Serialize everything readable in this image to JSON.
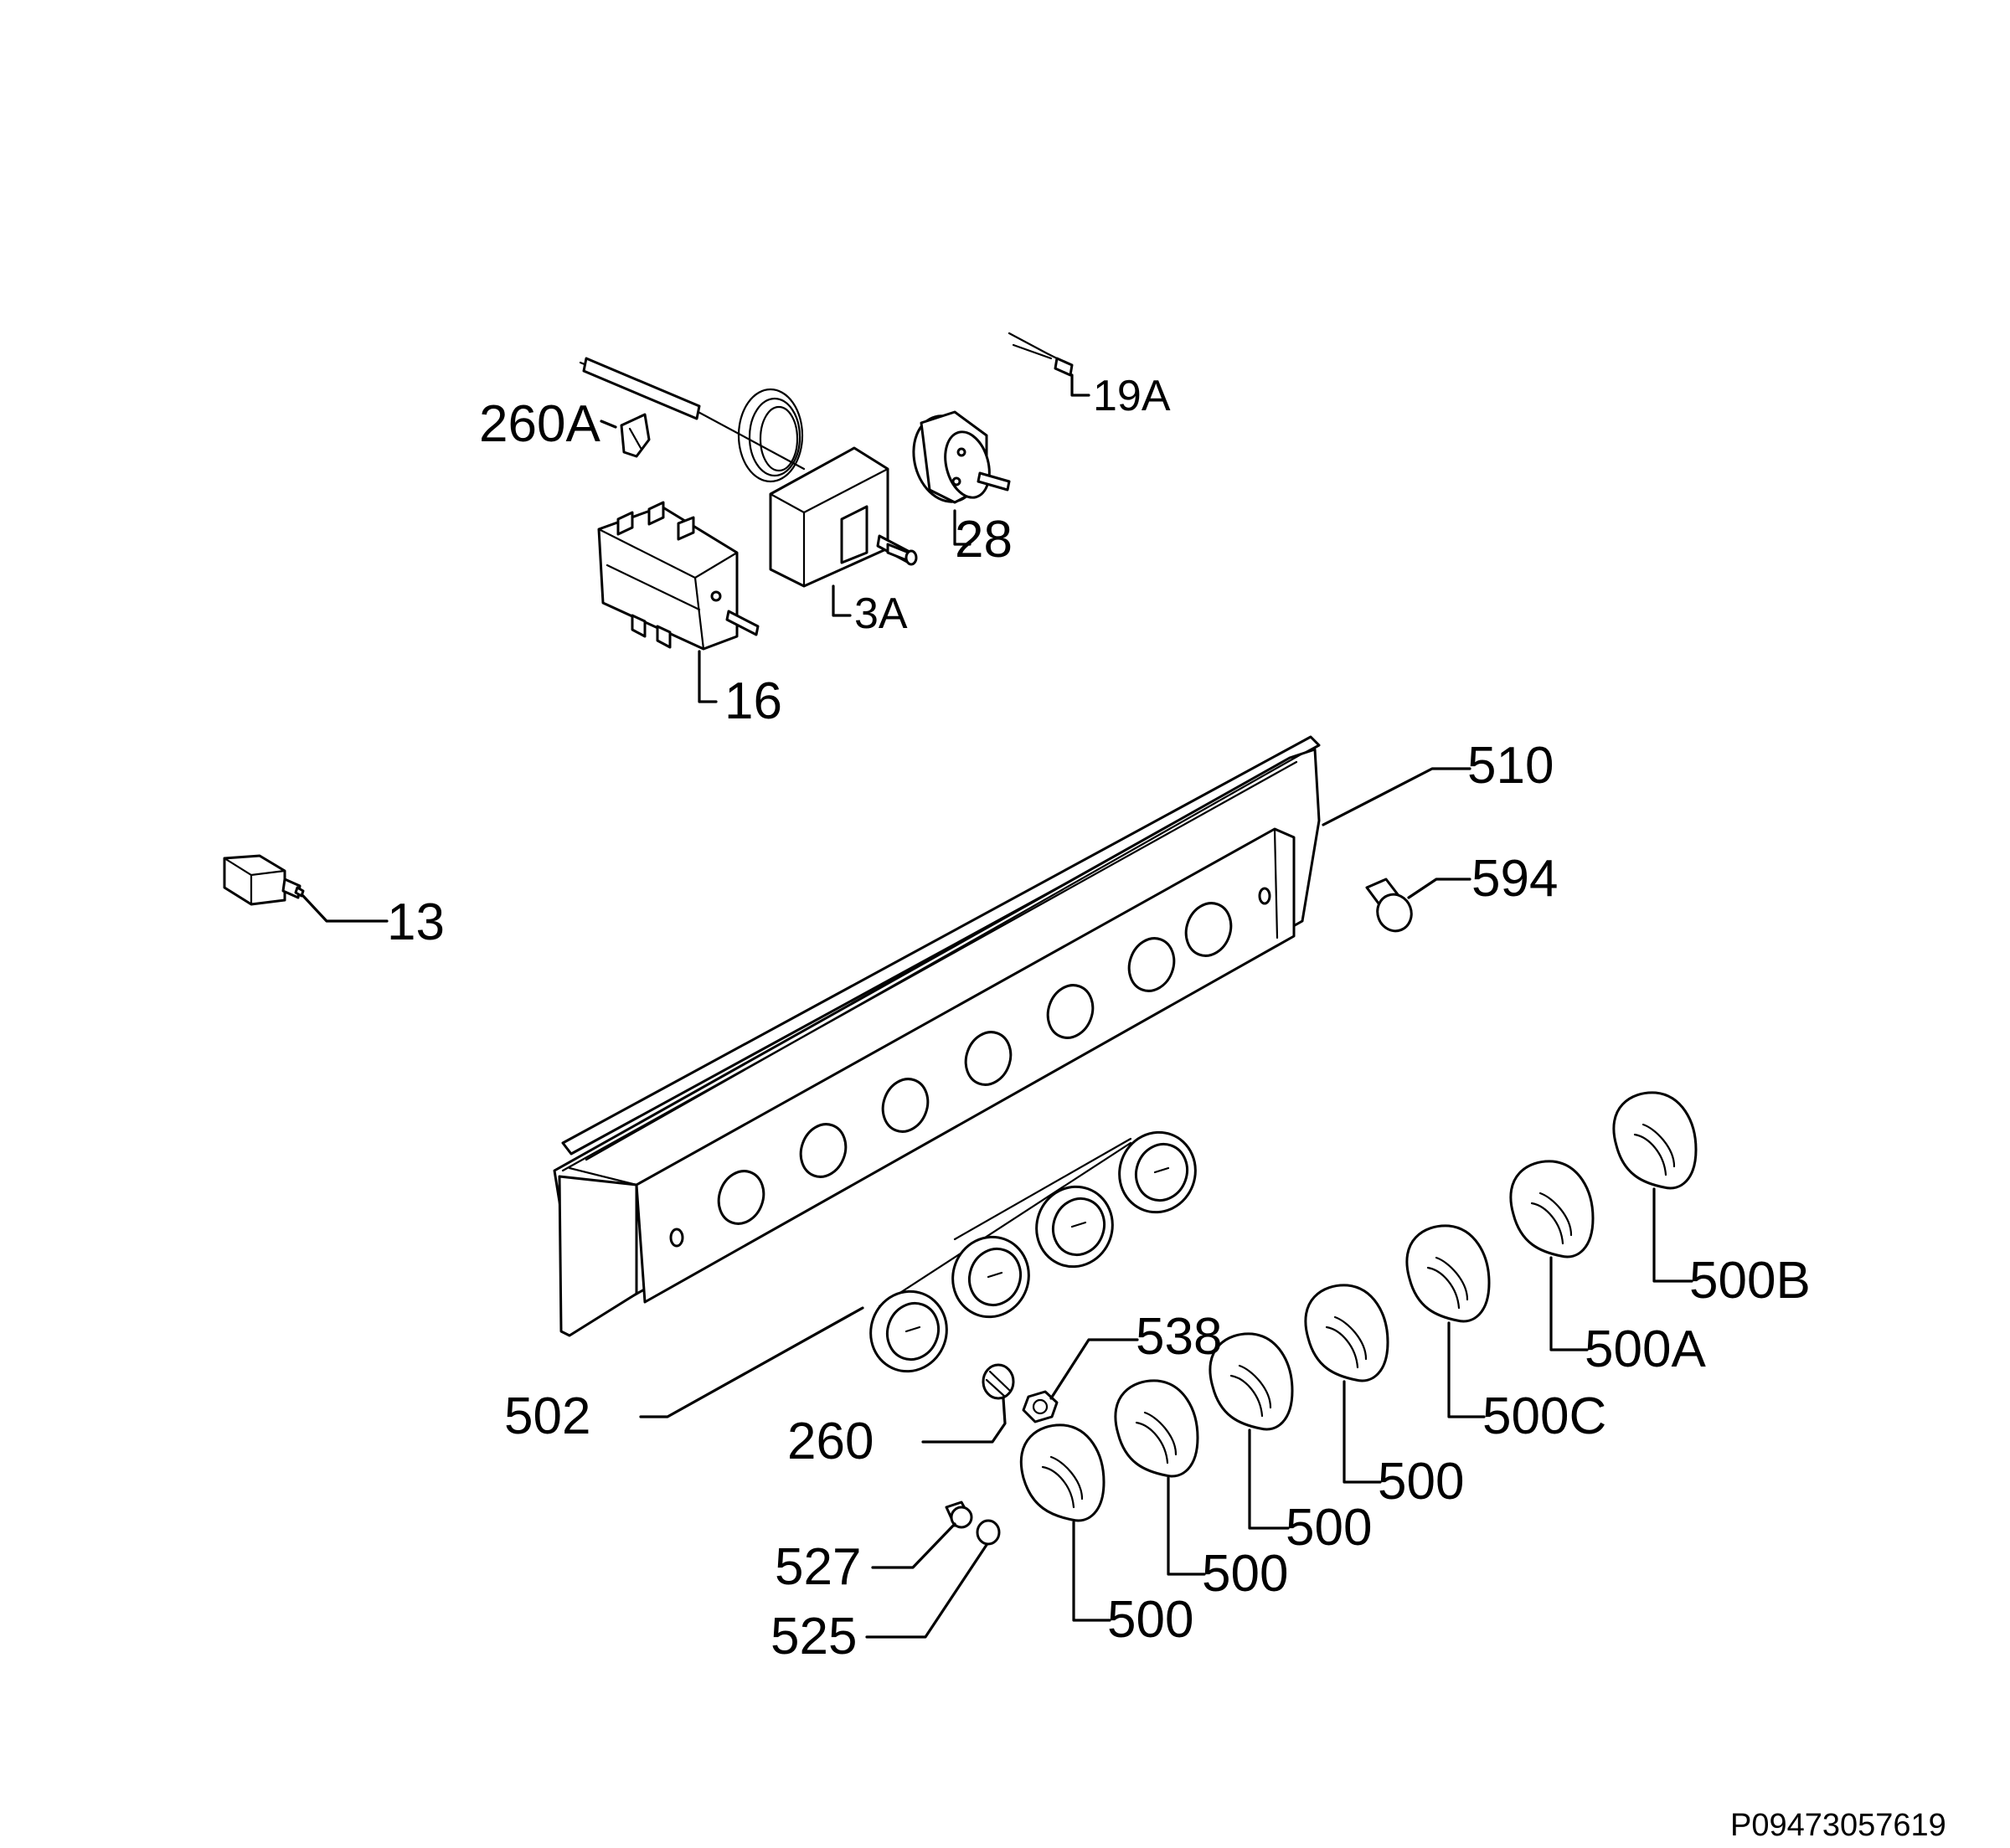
{
  "diagram": {
    "code": "P09473057619"
  },
  "labels": {
    "p260A": "260A",
    "p19A": "19A",
    "p28": "28",
    "p3A": "3A",
    "p16": "16",
    "p510": "510",
    "p594": "594",
    "p13": "13",
    "p538": "538",
    "p500B": "500B",
    "p500A": "500A",
    "p500C": "500C",
    "p500a": "500",
    "p500b": "500",
    "p500c": "500",
    "p500d": "500",
    "p502": "502",
    "p260": "260",
    "p527": "527",
    "p525": "525"
  }
}
